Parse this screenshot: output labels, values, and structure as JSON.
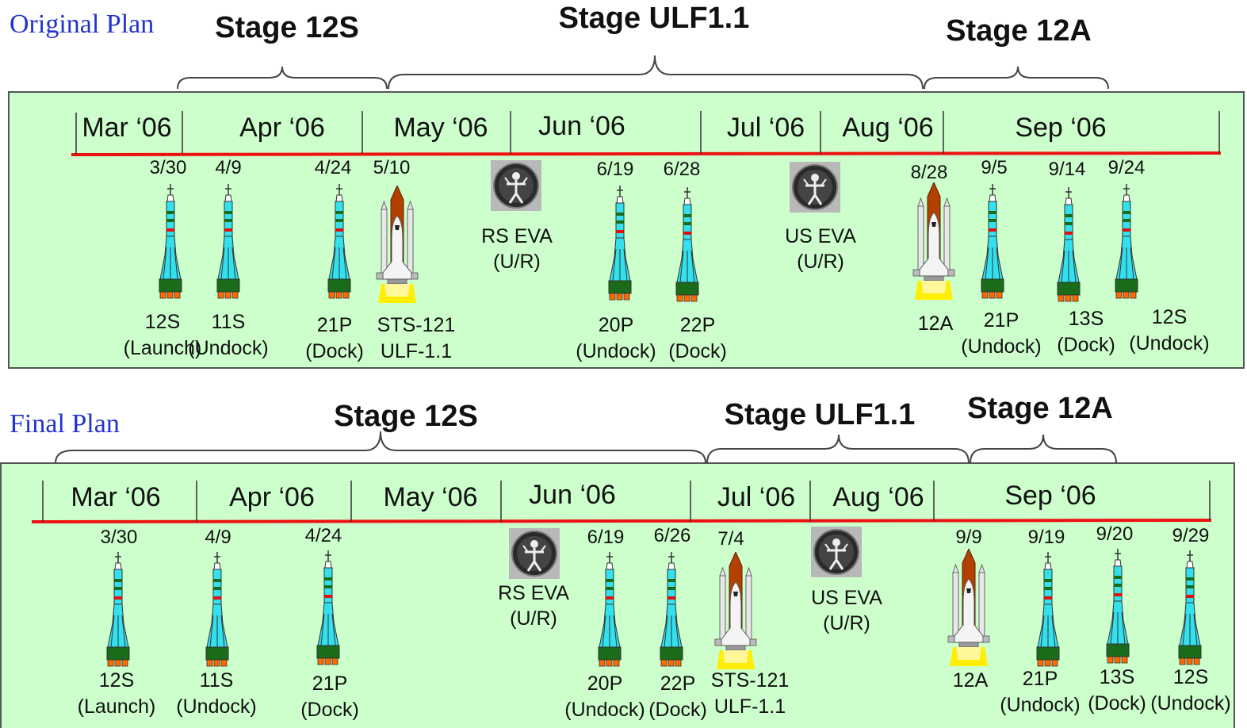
{
  "plans": [
    {
      "title": "Original Plan",
      "stages": [
        "Stage 12S",
        "Stage ULF1.1",
        "Stage 12A"
      ],
      "months": [
        "Mar ‘06",
        "Apr ‘06",
        "May ‘06",
        "Jun ‘06",
        "Jul ‘06",
        "Aug ‘06",
        "Sep ‘06"
      ],
      "events": [
        {
          "date": "3/30",
          "label1": "12S",
          "label2": "(Launch)",
          "icon": "soyuz-rocket-icon"
        },
        {
          "date": "4/9",
          "label1": "11S",
          "label2": "(Undock)",
          "icon": "soyuz-rocket-icon"
        },
        {
          "date": "4/24",
          "label1": "21P",
          "label2": "(Dock)",
          "icon": "soyuz-rocket-icon"
        },
        {
          "date": "5/10",
          "label1": "STS-121",
          "label2": "ULF-1.1",
          "icon": "space-shuttle-icon"
        },
        {
          "date": "",
          "label1": "RS EVA",
          "label2": "(U/R)",
          "icon": "eva-patch-icon"
        },
        {
          "date": "6/19",
          "label1": "20P",
          "label2": "(Undock)",
          "icon": "soyuz-rocket-icon"
        },
        {
          "date": "6/28",
          "label1": "22P",
          "label2": "(Dock)",
          "icon": "soyuz-rocket-icon"
        },
        {
          "date": "",
          "label1": "US EVA",
          "label2": "(U/R)",
          "icon": "eva-patch-icon"
        },
        {
          "date": "8/28",
          "label1": "12A",
          "label2": "",
          "icon": "space-shuttle-icon"
        },
        {
          "date": "9/5",
          "label1": "21P",
          "label2": "(Undock)",
          "icon": "soyuz-rocket-icon"
        },
        {
          "date": "9/14",
          "label1": "13S",
          "label2": "(Dock)",
          "icon": "soyuz-rocket-icon"
        },
        {
          "date": "9/24",
          "label1": "12S",
          "label2": "(Undock)",
          "icon": "soyuz-rocket-icon"
        }
      ]
    },
    {
      "title": "Final Plan",
      "stages": [
        "Stage 12S",
        "Stage ULF1.1",
        "Stage 12A"
      ],
      "months": [
        "Mar ‘06",
        "Apr ‘06",
        "May ‘06",
        "Jun ‘06",
        "Jul ‘06",
        "Aug ‘06",
        "Sep ‘06"
      ],
      "events": [
        {
          "date": "3/30",
          "label1": "12S",
          "label2": "(Launch)",
          "icon": "soyuz-rocket-icon"
        },
        {
          "date": "4/9",
          "label1": "11S",
          "label2": "(Undock)",
          "icon": "soyuz-rocket-icon"
        },
        {
          "date": "4/24",
          "label1": "21P",
          "label2": "(Dock)",
          "icon": "soyuz-rocket-icon"
        },
        {
          "date": "",
          "label1": "RS EVA",
          "label2": "(U/R)",
          "icon": "eva-patch-icon"
        },
        {
          "date": "6/19",
          "label1": "20P",
          "label2": "(Undock)",
          "icon": "soyuz-rocket-icon"
        },
        {
          "date": "6/26",
          "label1": "22P",
          "label2": "(Dock)",
          "icon": "soyuz-rocket-icon"
        },
        {
          "date": "7/4",
          "label1": "STS-121",
          "label2": "ULF-1.1",
          "icon": "space-shuttle-icon"
        },
        {
          "date": "",
          "label1": "US EVA",
          "label2": "(U/R)",
          "icon": "eva-patch-icon"
        },
        {
          "date": "9/9",
          "label1": "12A",
          "label2": "",
          "icon": "space-shuttle-icon"
        },
        {
          "date": "9/19",
          "label1": "21P",
          "label2": "(Undock)",
          "icon": "soyuz-rocket-icon"
        },
        {
          "date": "9/20",
          "label1": "13S",
          "label2": "(Dock)",
          "icon": "soyuz-rocket-icon"
        },
        {
          "date": "9/29",
          "label1": "12S",
          "label2": "(Undock)",
          "icon": "soyuz-rocket-icon"
        }
      ]
    }
  ],
  "colors": {
    "panel": "#ccffcc",
    "timeline": "#ee1111",
    "plan_label": "#2233cc",
    "rocket_body": "#33e0ee",
    "rocket_base": "#1a6b1a",
    "rocket_engine": "#ff6a00",
    "shuttle_tank": "#b34000",
    "shuttle_exhaust": "#ffee00"
  }
}
